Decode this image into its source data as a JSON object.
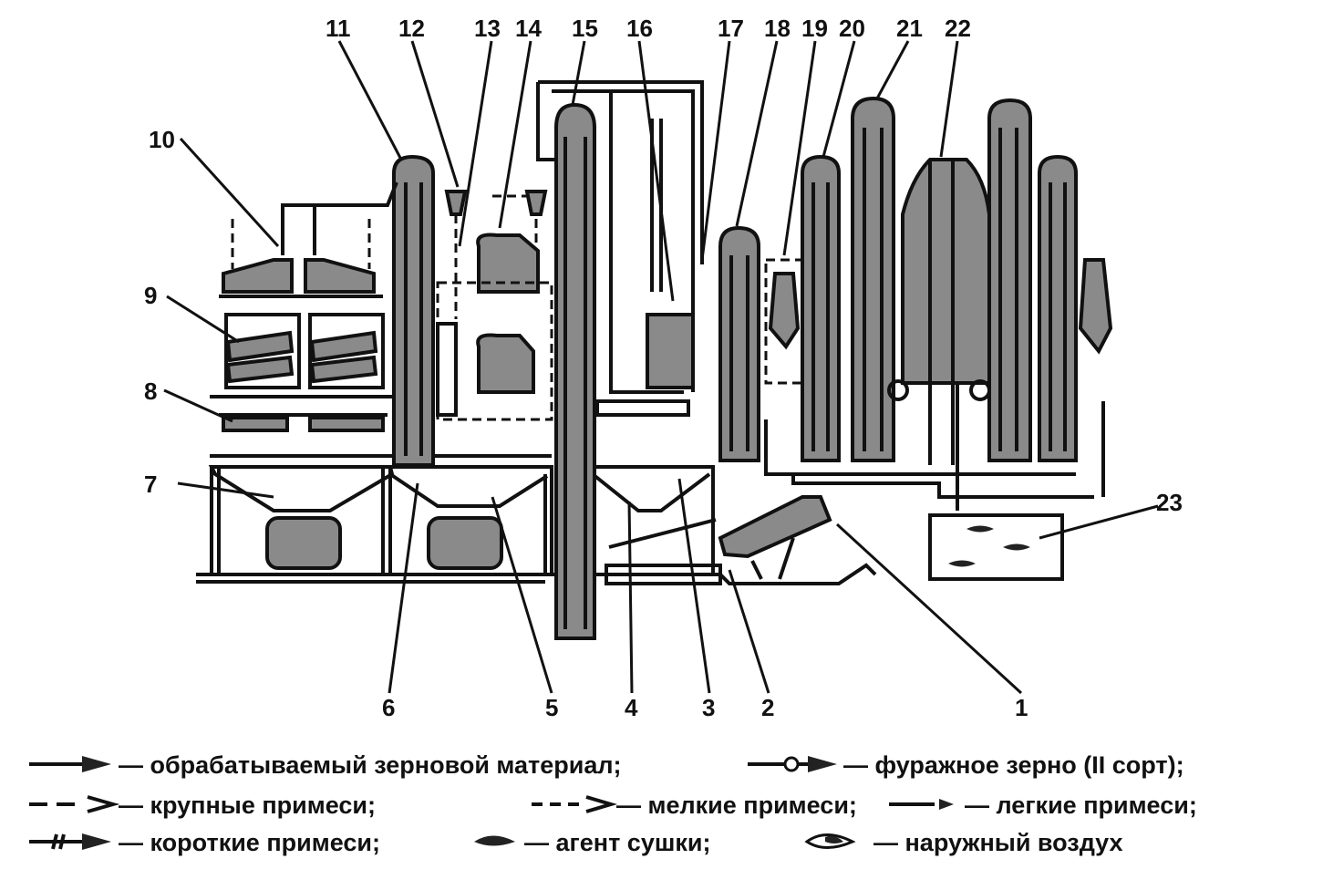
{
  "callouts": [
    "1",
    "2",
    "3",
    "4",
    "5",
    "6",
    "7",
    "8",
    "9",
    "10",
    "11",
    "12",
    "13",
    "14",
    "15",
    "16",
    "17",
    "18",
    "19",
    "20",
    "21",
    "22",
    "23"
  ],
  "legend": {
    "row1": [
      "— обрабатываемый зерновой материал;",
      "— фуражное зерно (II сорт);"
    ],
    "row2": [
      "— крупные примеси;",
      "— мелкие примеси;",
      "— легкие примеси;"
    ],
    "row3": [
      "— короткие примеси;",
      "— агент сушки;",
      "— наружный воздух"
    ]
  }
}
